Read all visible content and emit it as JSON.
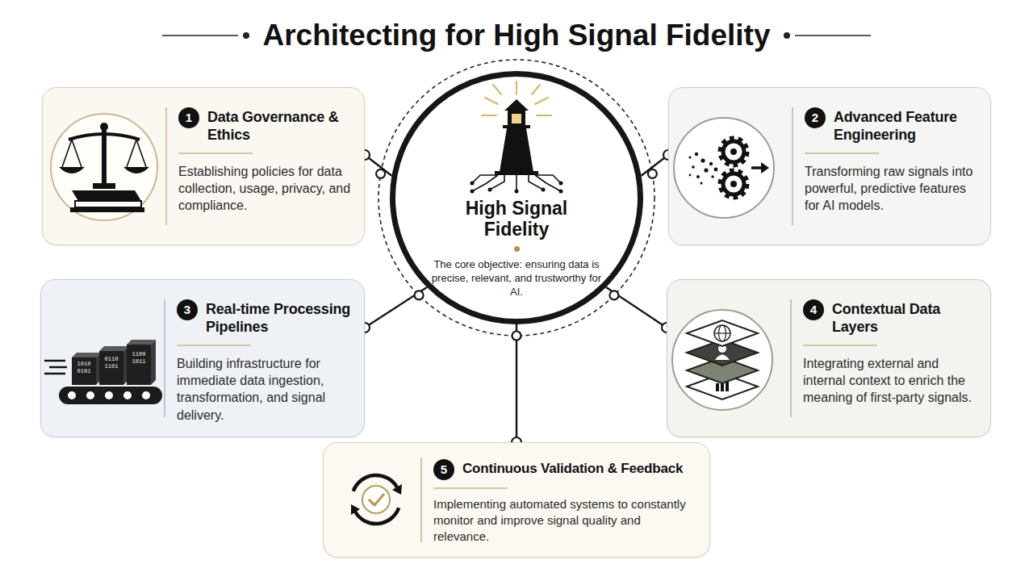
{
  "diagram": {
    "title": "Architecting for High Signal Fidelity",
    "nodes": [
      {
        "text": [
          "1",
          "Data Governance & Ethics",
          "Establishing policies for data collection, usage, privacy, and compliance."
        ]
      },
      {
        "text": [
          "2",
          "Advanced Feature Engineering",
          "Transforming raw signals into powerful, predictive features for AI models."
        ]
      },
      {
        "text": [
          "3",
          "Real-time Processing Pipelines",
          "Building infrastructure for immediate data ingestion, transformation, and signal delivery."
        ]
      },
      {
        "text": [
          "4",
          "Contextual Data Layers",
          "Integrating external and internal context to enrich the meaning of first-party signals."
        ]
      },
      {
        "text": [
          "5",
          "Continuous Validation & Feedback",
          "Implementing automated systems to constantly monitor and improve signal quality and relevance."
        ]
      },
      {
        "text": [
          "High Signal Fidelity",
          "The core objective: ensuring data is precise, relevant, and trustworthy for AI."
        ]
      }
    ],
    "edges": [
      {
        "from": 5,
        "to": 0,
        "arrow": "none"
      },
      {
        "from": 5,
        "to": 1,
        "arrow": "none"
      },
      {
        "from": 5,
        "to": 2,
        "arrow": "none"
      },
      {
        "from": 5,
        "to": 3,
        "arrow": "none"
      },
      {
        "from": 5,
        "to": 4,
        "arrow": "none"
      }
    ],
    "labels": [
      "1010",
      "0101",
      "0110",
      "1101",
      "1100",
      "1011"
    ]
  }
}
